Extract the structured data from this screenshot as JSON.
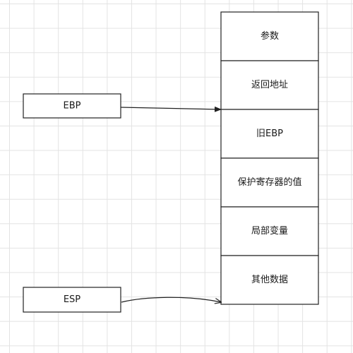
{
  "pointers": {
    "ebp": {
      "label": "EBP"
    },
    "esp": {
      "label": "ESP"
    }
  },
  "stack": {
    "frames": [
      {
        "label": "参数"
      },
      {
        "label": "返回地址"
      },
      {
        "label": "旧EBP"
      },
      {
        "label": "保护寄存器的值"
      },
      {
        "label": "局部变量"
      },
      {
        "label": "其他数据"
      }
    ]
  },
  "colors": {
    "stroke": "#222222",
    "grid": "#e3e3e3",
    "background": "#ffffff"
  }
}
